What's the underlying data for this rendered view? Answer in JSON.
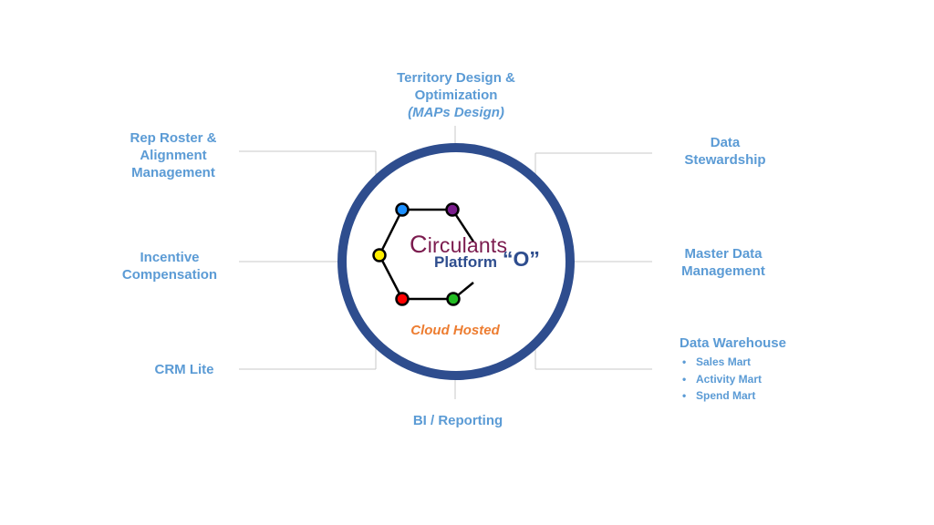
{
  "center": {
    "logo_c": "C",
    "logo_rest": "irculants",
    "platform": "Platform",
    "platform_o": "“O”",
    "cloud": "Cloud Hosted"
  },
  "labels": {
    "territory": {
      "line1": "Territory Design &",
      "line2": "Optimization",
      "line3": "(MAPs Design)"
    },
    "rep_roster": {
      "line1": "Rep Roster &",
      "line2": "Alignment",
      "line3": "Management"
    },
    "incentive": {
      "line1": "Incentive",
      "line2": "Compensation"
    },
    "crm": {
      "line1": "CRM Lite"
    },
    "bi": {
      "line1": "BI / Reporting"
    },
    "data_stewardship": {
      "line1": "Data",
      "line2": "Stewardship"
    },
    "mdm": {
      "line1": "Master Data",
      "line2": "Management"
    },
    "data_warehouse": {
      "title": "Data Warehouse",
      "items": [
        "Sales Mart",
        "Activity Mart",
        "Spend Mart"
      ]
    }
  },
  "colors": {
    "ring": "#2e4d8e",
    "label_text": "#5b9bd5",
    "logo_circulants": "#7b1b4e",
    "logo_platform": "#2e4d8e",
    "cloud_text": "#ed7d31",
    "node_blue": "#1e90ff",
    "node_purple": "#7a1d8c",
    "node_yellow": "#ffee00",
    "node_red": "#ff0000",
    "node_green": "#22bb22"
  },
  "icons": [
    "hexagon-network-icon"
  ]
}
